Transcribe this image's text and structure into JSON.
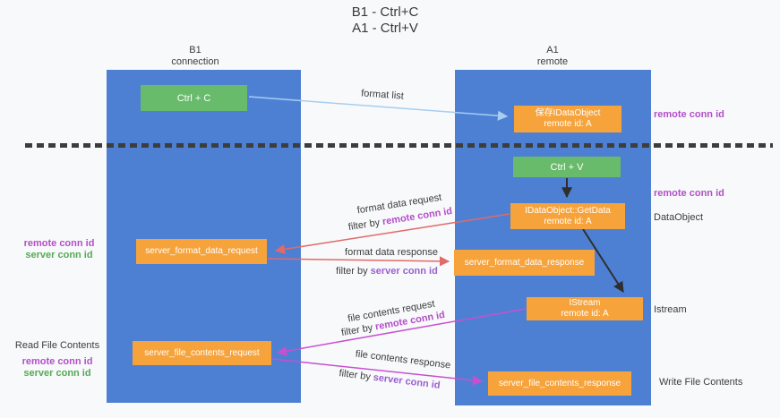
{
  "title": {
    "line1": "B1 - Ctrl+C",
    "line2": "A1 - Ctrl+V"
  },
  "columns": {
    "left": {
      "name": "B1",
      "subtitle": "connection"
    },
    "right": {
      "name": "A1",
      "subtitle": "remote"
    }
  },
  "nodes": {
    "ctrl_c": {
      "label": "Ctrl + C"
    },
    "save_idataobject": {
      "line1": "保存IDataObject",
      "line2": "remote id: A"
    },
    "ctrl_v": {
      "label": "Ctrl + V"
    },
    "idataobject_getdata": {
      "line1": "IDataObject::GetData",
      "line2": "remote id: A"
    },
    "server_format_data_request": {
      "label": "server_format_data_request"
    },
    "server_format_data_response": {
      "label": "server_format_data_response"
    },
    "istream": {
      "line1": "IStream",
      "line2": "remote id: A"
    },
    "server_file_contents_request": {
      "label": "server_file_contents_request"
    },
    "server_file_contents_response": {
      "label": "server_file_contents_response"
    }
  },
  "arrows": {
    "format_list": {
      "label": "format list"
    },
    "format_data_request": {
      "label": "format data request",
      "filter_prefix": "filter by",
      "filter_key": "remote conn id"
    },
    "format_data_response": {
      "label": "format data response",
      "filter_prefix": "filter by",
      "filter_key": "server conn id"
    },
    "file_contents_request": {
      "label": "file contents request",
      "filter_prefix": "filter by",
      "filter_key": "remote conn id"
    },
    "file_contents_response": {
      "label": "file contents response",
      "filter_prefix": "filter by",
      "filter_key": "server conn id"
    }
  },
  "side_labels": {
    "right_remote_conn_id_top": "remote conn id",
    "right_remote_conn_id_mid": "remote conn id",
    "dataobject": "DataObject",
    "istream": "Istream",
    "write_file_contents": "Write File Contents",
    "left_remote_conn_id_top": "remote conn id",
    "left_server_conn_id_top": "server conn id",
    "read_file_contents": "Read File Contents",
    "left_remote_conn_id_bottom": "remote conn id",
    "left_server_conn_id_bottom": "server conn id"
  },
  "colors": {
    "column_blue": "#4d80d3",
    "node_green": "#68bb6b",
    "node_orange": "#f7a33c",
    "remote_conn_id_text": "#b24fc8",
    "server_conn_id_green_text": "#55a955",
    "server_conn_id_purple_text": "#9a5fd0",
    "arrow_light_blue": "#a8cdf0",
    "arrow_red": "#e06a68",
    "arrow_magenta": "#c84fd0",
    "arrow_black": "#2e2e2e",
    "dashed_line": "#3d3d3d"
  }
}
